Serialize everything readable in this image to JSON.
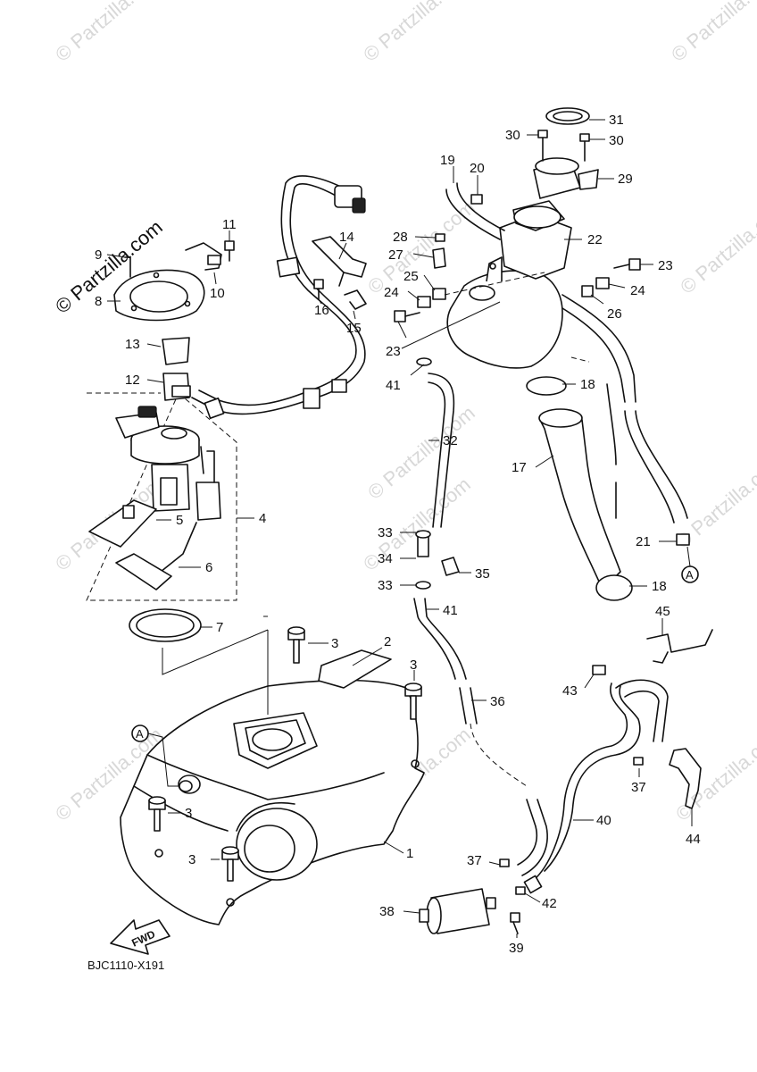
{
  "watermarks": [
    "© Partzilla.com",
    "© Partzilla.com",
    "© Partzilla.com",
    "© Partzilla.com",
    "© Partzilla.com",
    "© Partzilla.com",
    "© Partzilla.com",
    "© Partzilla.com",
    "© Partzilla.com",
    "© Partzilla.com",
    "© Partzilla.com",
    "© Partzilla.com"
  ],
  "brand_watermark": "© Partzilla.com",
  "diagram_code": "BJC1110-X191",
  "fwd_label": "FWD",
  "reference_marks": [
    "A",
    "A"
  ],
  "callouts": [
    "1",
    "2",
    "3",
    "3",
    "3",
    "3",
    "4",
    "5",
    "6",
    "7",
    "8",
    "9",
    "10",
    "11",
    "12",
    "13",
    "14",
    "15",
    "16",
    "17",
    "18",
    "18",
    "19",
    "20",
    "21",
    "22",
    "23",
    "23",
    "24",
    "24",
    "25",
    "26",
    "27",
    "28",
    "29",
    "30",
    "30",
    "31",
    "32",
    "33",
    "33",
    "34",
    "35",
    "36",
    "37",
    "37",
    "38",
    "39",
    "40",
    "41",
    "41",
    "42",
    "43",
    "44",
    "45"
  ],
  "colors": {
    "line": "#111111",
    "watermark": "#d8d8d8",
    "background": "#ffffff"
  }
}
